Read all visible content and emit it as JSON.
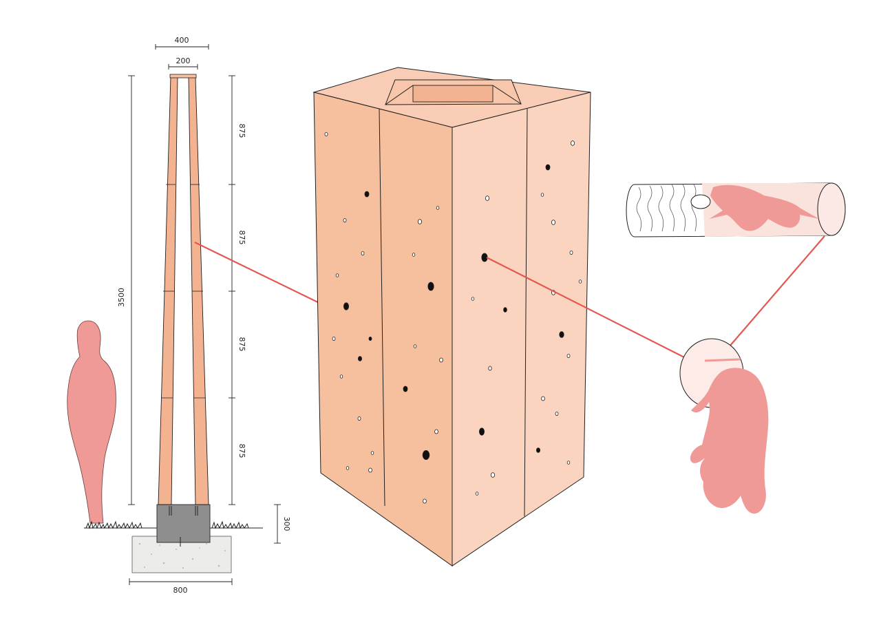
{
  "dimensions": {
    "top_outer": "400",
    "top_inner": "200",
    "height_total": "3500",
    "segment": "875",
    "foundation_depth": "300",
    "foundation_width": "800"
  },
  "colors": {
    "salmon_light": "#fad3bd",
    "salmon_mid": "#f6c0a2",
    "salmon_dark": "#f3b391",
    "figure": "#ef9a96",
    "leader": "#e2574f",
    "ink": "#1e1e1e",
    "concrete": "#ececea",
    "steel": "#8e8e8e"
  },
  "icons": {
    "human": "human-silhouette-icon",
    "bee": "bee-silhouette-icon"
  }
}
